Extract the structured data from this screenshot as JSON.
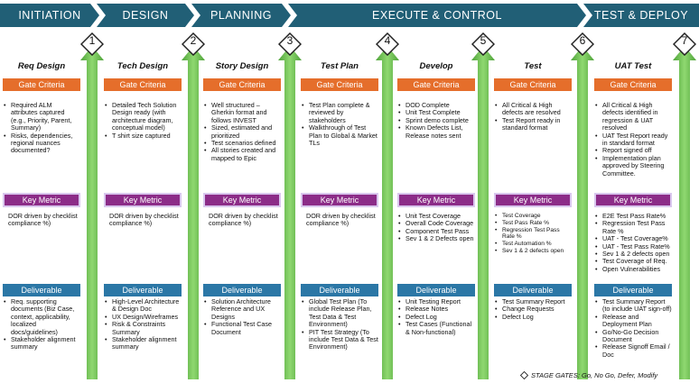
{
  "phases": [
    {
      "label": "INITIATION"
    },
    {
      "label": "DESIGN"
    },
    {
      "label": "PLANNING"
    },
    {
      "label": "EXECUTE & CONTROL"
    },
    {
      "label": "TEST & DEPLOY"
    }
  ],
  "gates": [
    "1",
    "2",
    "3",
    "4",
    "5",
    "6",
    "7"
  ],
  "section_headers": {
    "gate": "Gate Criteria",
    "metric": "Key Metric",
    "deliverable": "Deliverable"
  },
  "columns": [
    {
      "title": "Req Design",
      "gate_criteria": [
        "Required ALM attributes captured (e.g., Priority, Parent, Summary)",
        "Risks, dependencies, regional nuances documented?"
      ],
      "metric": "DOR driven by checklist compliance %)",
      "deliverables": [
        "Req. supporting documents (Biz Case, context, applicability, localized docs/guidelines)",
        "Stakeholder alignment summary"
      ]
    },
    {
      "title": "Tech Design",
      "gate_criteria": [
        "Detailed Tech Solution Design ready (with architecture diagram, conceptual model)",
        "T shirt size captured"
      ],
      "metric": "DOR driven by checklist compliance %)",
      "deliverables": [
        "High-Level Architecture & Design Doc",
        "UX Design/Wireframes",
        "Risk & Constraints Summary",
        "Stakeholder alignment summary"
      ]
    },
    {
      "title": "Story Design",
      "gate_criteria": [
        "Well structured – Gherkin format and follows INVEST",
        "Sized, estimated and prioritized",
        "Test scenarios defined",
        "All stories created and mapped to Epic"
      ],
      "metric": "DOR driven by checklist compliance %)",
      "deliverables": [
        "Solution Architecture Reference and UX Designs",
        "Functional Test Case Document"
      ]
    },
    {
      "title": "Test Plan",
      "gate_criteria": [
        "Test Plan complete & reviewed by stakeholders",
        "Walkthrough of Test Plan to Global & Market TLs"
      ],
      "metric": "DOR driven by checklist compliance %)",
      "deliverables": [
        "Global Test Plan (To include Release Plan, Test Data & Test Environment)",
        "PIT Test Strategy (To include Test Data & Test Environment)"
      ]
    },
    {
      "title": "Develop",
      "gate_criteria": [
        "DOD Complete",
        "Unit Test Complete",
        "Sprint demo complete",
        "Known Defects List, Release notes sent"
      ],
      "metrics": [
        "Unit Test Coverage",
        "Overall Code Coverage",
        "Component Test Pass",
        "Sev 1 & 2 Defects open"
      ],
      "deliverables": [
        "Unit Testing Report",
        "Release Notes",
        "Defect Log",
        "Test Cases (Functional & Non-functional)"
      ]
    },
    {
      "title": "Test",
      "gate_criteria": [
        "All Critical & High defects are resolved",
        "Test Report ready in standard format"
      ],
      "metrics": [
        "Test Coverage",
        "Test Pass Rate %",
        "Regression Test Pass Rate %",
        "Test Automation %",
        "Sev 1 & 2 defects open"
      ],
      "deliverables": [
        "Test Summary Report",
        "Change Requests",
        "Defect Log"
      ]
    },
    {
      "title": "UAT Test",
      "gate_criteria": [
        "All Critical & High defects identified in regression & UAT resolved",
        "UAT Test Report ready in standard format",
        "Report signed off",
        "Implementation plan approved by Steering Committee."
      ],
      "metrics": [
        "E2E Test Pass Rate%",
        "Regression Test Pass Rate %",
        "UAT - Test Coverage%",
        "UAT - Test Pass Rate%",
        "Sev 1 & 2 defects open",
        "Test Coverage of Req.",
        "Open Vulnerabilities"
      ],
      "deliverables": [
        "Test Summary Report (to include UAT sign-off)",
        "Release and Deployment Plan",
        "Go/No-Go Decision Document",
        "Release Signoff Email / Doc"
      ]
    }
  ],
  "legend": "STAGE GATES: Go, No Go, Defer, Modify",
  "colors": {
    "phase": "#215f76",
    "gate": "#e56e2b",
    "metric": "#8c2c88",
    "deliverable": "#2b77a6",
    "arrow": "#6cc04a"
  }
}
